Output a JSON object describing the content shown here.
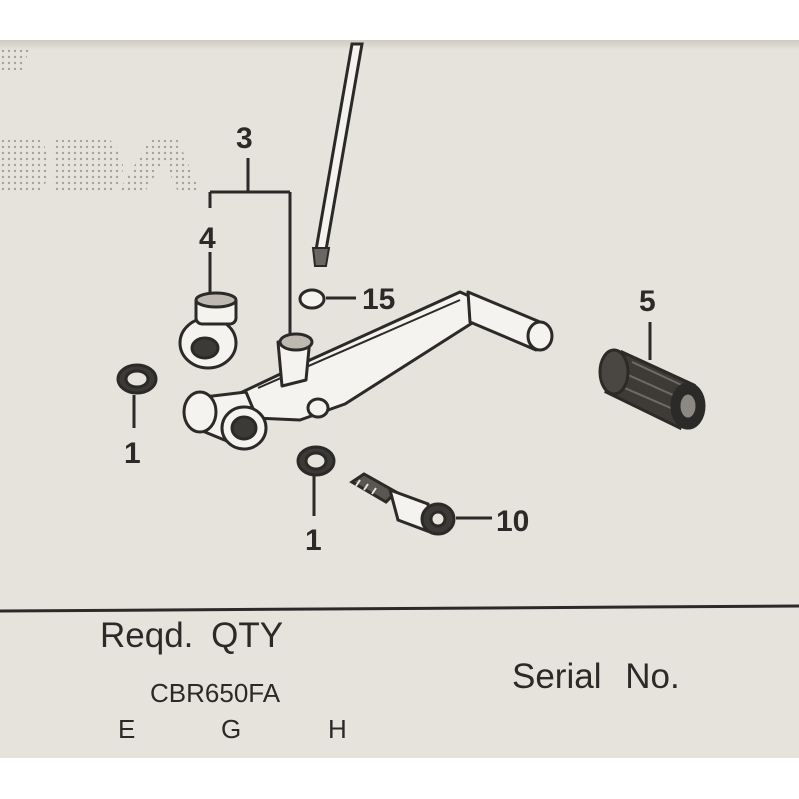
{
  "parts": {
    "callouts": [
      {
        "id": "label-3",
        "text": "3"
      },
      {
        "id": "label-4",
        "text": "4"
      },
      {
        "id": "label-15",
        "text": "15"
      },
      {
        "id": "label-5",
        "text": "5"
      },
      {
        "id": "label-1-left",
        "text": "1"
      },
      {
        "id": "label-1-bottom",
        "text": "1"
      },
      {
        "id": "label-10",
        "text": "10"
      }
    ]
  },
  "footer": {
    "reqd_qty": "Reqd. QTY",
    "model": "CBR650FA",
    "variants": [
      "E",
      "G",
      "H"
    ],
    "serial_no": "Serial No."
  },
  "colors": {
    "paper": "#e6e3dc",
    "ink": "#2b2a28",
    "part_fill": "#f4f3ef"
  }
}
